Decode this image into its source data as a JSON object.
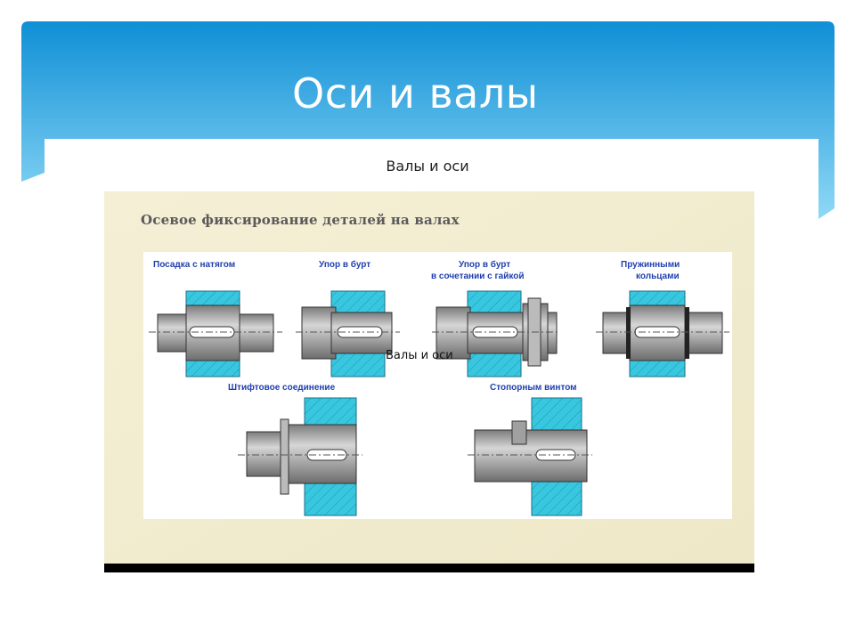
{
  "slide": {
    "title": "Оси  и валы",
    "caption": "Валы и оси"
  },
  "figure": {
    "heading": "Осевое фиксирование деталей на валах",
    "overlay_caption": "Валы и оси",
    "labels": {
      "interference_fit": "Посадка с натягом",
      "shoulder": "Упор в бурт",
      "shoulder_nut_line1": "Упор в бурт",
      "shoulder_nut_line2": "в сочетании с гайкой",
      "rings_line1": "Пружинными",
      "rings_line2": "кольцами",
      "pin": "Штифтовое соединение",
      "set_screw": "Стопорным винтом"
    }
  },
  "colors": {
    "banner": "#1e9ad8",
    "hub": "#39c7e0",
    "shaft": "#9a9a9a",
    "label": "#1f3fb0",
    "figure_bg": "#f3eed2"
  }
}
